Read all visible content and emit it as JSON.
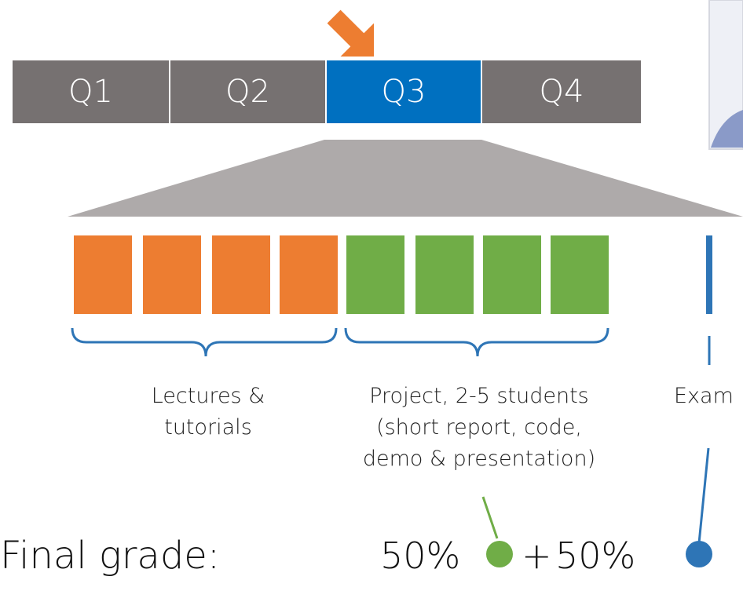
{
  "quarters": [
    {
      "label": "Q1",
      "selected": false
    },
    {
      "label": "Q2",
      "selected": false
    },
    {
      "label": "Q3",
      "selected": true
    },
    {
      "label": "Q4",
      "selected": false
    }
  ],
  "colors": {
    "quarter": "#767171",
    "selected_quarter": "#0070c0",
    "arrow": "#ed7d31",
    "lectures": "#ed7d31",
    "project": "#70ad47",
    "exam": "#2e75b6",
    "funnel": "#aeaaaa"
  },
  "blocks": {
    "lectures_count": 4,
    "project_count": 4
  },
  "labels": {
    "lectures": [
      "Lectures &",
      "tutorials"
    ],
    "project": [
      "Project, 2-5 students",
      "(short report, code,",
      "demo & presentation)"
    ],
    "exam": "Exam"
  },
  "grade": {
    "title": "Final grade:",
    "project_share": "50%",
    "plus": "+",
    "exam_share": "50%"
  }
}
